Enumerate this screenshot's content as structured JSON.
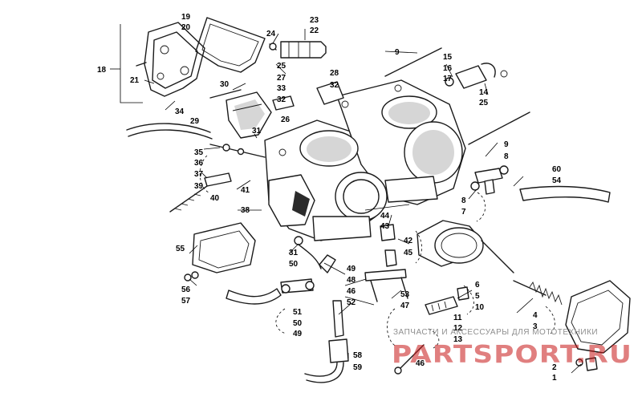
{
  "diagram": {
    "callouts": [
      "19",
      "20",
      "23",
      "22",
      "24",
      "18",
      "21",
      "34",
      "9",
      "15",
      "16",
      "17",
      "14",
      "25",
      "28",
      "32",
      "25",
      "27",
      "33",
      "32",
      "30",
      "26",
      "31",
      "29",
      "35",
      "36",
      "37",
      "39",
      "40",
      "41",
      "38",
      "9",
      "8",
      "60",
      "54",
      "8",
      "7",
      "55",
      "44",
      "43",
      "42",
      "45",
      "31",
      "50",
      "49",
      "48",
      "46",
      "53",
      "47",
      "6",
      "5",
      "10",
      "56",
      "57",
      "51",
      "50",
      "49",
      "52",
      "4",
      "3",
      "11",
      "12",
      "13",
      "58",
      "59",
      "46",
      "2",
      "1"
    ],
    "watermark": {
      "caption": "ЗАПЧАСТИ И АКСЕССУАРЫ ДЛЯ МОТОТЕХНИКИ",
      "logo": "PARTSPORT.RU"
    }
  }
}
